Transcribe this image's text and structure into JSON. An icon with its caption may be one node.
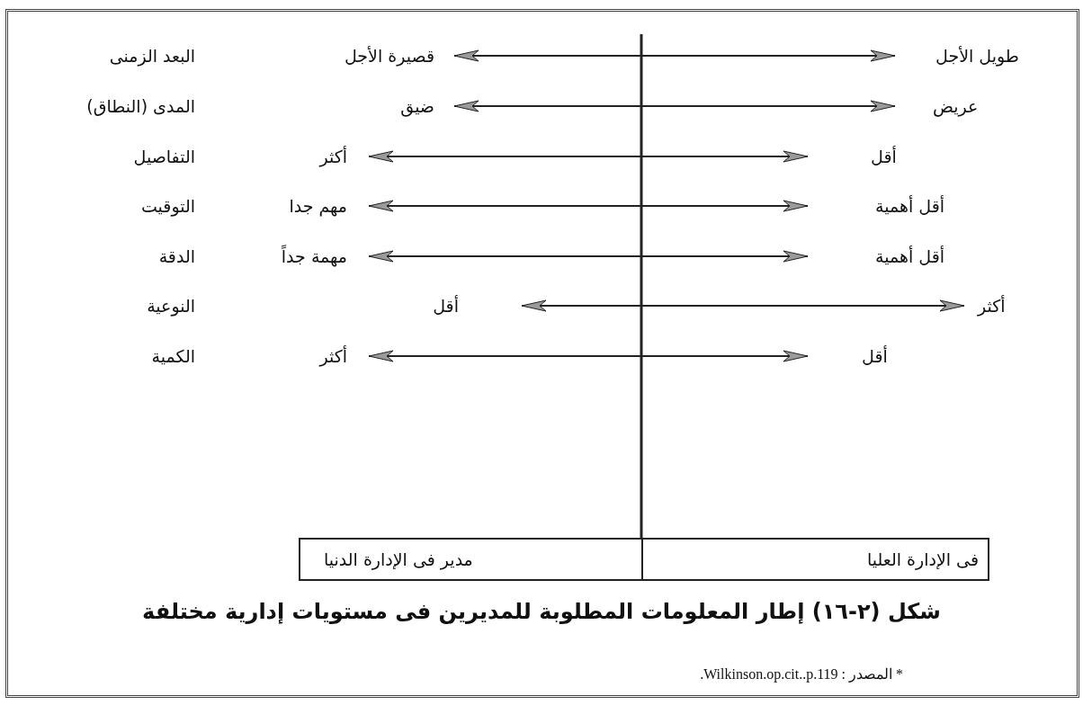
{
  "diagram": {
    "caption": "شكل (٢-١٦) إطار المعلومات المطلوبة للمديرين فى مستويات إدارية مختلفة",
    "nodes": [
      {
        "text": [
          "طويل الأجل"
        ]
      },
      {
        "text": [
          "قصيرة الأجل"
        ]
      },
      {
        "text": [
          "عريض"
        ]
      },
      {
        "text": [
          "ضيق"
        ]
      },
      {
        "text": [
          "أقل"
        ]
      },
      {
        "text": [
          "أكثر"
        ]
      },
      {
        "text": [
          "أقل أهمية"
        ]
      },
      {
        "text": [
          "مهم جدا"
        ]
      },
      {
        "text": [
          "أقل أهمية"
        ]
      },
      {
        "text": [
          "مهمة جداً"
        ]
      },
      {
        "text": [
          "أكثر"
        ]
      },
      {
        "text": [
          "أقل"
        ]
      },
      {
        "text": [
          "أقل"
        ]
      },
      {
        "text": [
          "أكثر"
        ]
      },
      {
        "text": [
          "فى الإدارة العليا"
        ]
      },
      {
        "text": [
          "مدير فى الإدارة الدنيا"
        ]
      }
    ],
    "edges": [
      {
        "from": 0,
        "to": 1,
        "arrow": "both"
      },
      {
        "from": 2,
        "to": 3,
        "arrow": "both"
      },
      {
        "from": 4,
        "to": 5,
        "arrow": "both"
      },
      {
        "from": 6,
        "to": 7,
        "arrow": "both"
      },
      {
        "from": 8,
        "to": 9,
        "arrow": "both"
      },
      {
        "from": 10,
        "to": 11,
        "arrow": "both"
      },
      {
        "from": 12,
        "to": 13,
        "arrow": "both"
      }
    ],
    "labels": [
      "البعد الزمنى",
      "المدى (النطاق)",
      "التفاصيل",
      "التوقيت",
      "الدقة",
      "النوعية",
      "الكمية",
      "* المصدر : Wilkinson.op.cit..p.119."
    ]
  }
}
